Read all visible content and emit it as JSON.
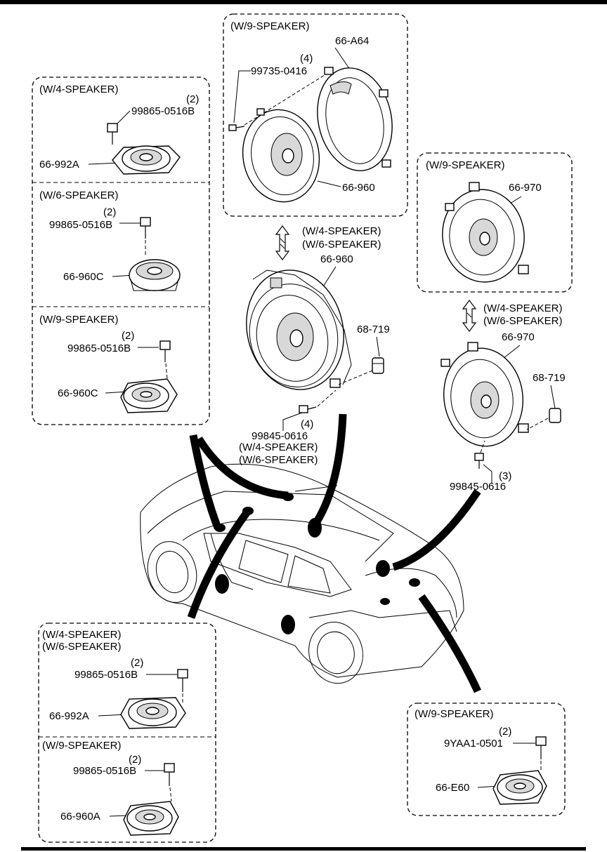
{
  "boxes": {
    "top_center": {
      "title": "(W/9-SPEAKER)",
      "qty": "(4)",
      "bolt": "99735-0416",
      "bracket": "66-A64",
      "speaker": "66-960"
    },
    "left_4": {
      "title": "(W/4-SPEAKER)",
      "qty": "(2)",
      "bolt": "99865-0516B",
      "part": "66-992A"
    },
    "left_6": {
      "title": "(W/6-SPEAKER)",
      "qty": "(2)",
      "bolt": "99865-0516B",
      "part": "66-960C"
    },
    "left_9": {
      "title": "(W/9-SPEAKER)",
      "qty": "(2)",
      "bolt": "99865-0516B",
      "part": "66-960C"
    },
    "right_9": {
      "title": "(W/9-SPEAKER)",
      "speaker": "66-970"
    },
    "bottom_left_46": {
      "title1": "(W/4-SPEAKER)",
      "title2": "(W/6-SPEAKER)",
      "qty": "(2)",
      "bolt": "99865-0516B",
      "part": "66-992A"
    },
    "bottom_left_9": {
      "title": "(W/9-SPEAKER)",
      "qty": "(2)",
      "bolt": "99865-0516B",
      "part": "66-960A"
    },
    "bottom_right_9": {
      "title": "(W/9-SPEAKER)",
      "qty": "(2)",
      "bolt": "9YAA1-0501",
      "part": "66-E60"
    }
  },
  "center": {
    "note1": "(W/4-SPEAKER)",
    "note2": "(W/6-SPEAKER)",
    "speaker": "66-960",
    "clip": "68-719",
    "qty": "(4)",
    "bolt": "99845-0616",
    "note3": "(W/4-SPEAKER)",
    "note4": "(W/6-SPEAKER)"
  },
  "right": {
    "note1": "(W/4-SPEAKER)",
    "note2": "(W/6-SPEAKER)",
    "speaker": "66-970",
    "clip": "68-719",
    "qty": "(3)",
    "bolt": "99845-0616"
  }
}
